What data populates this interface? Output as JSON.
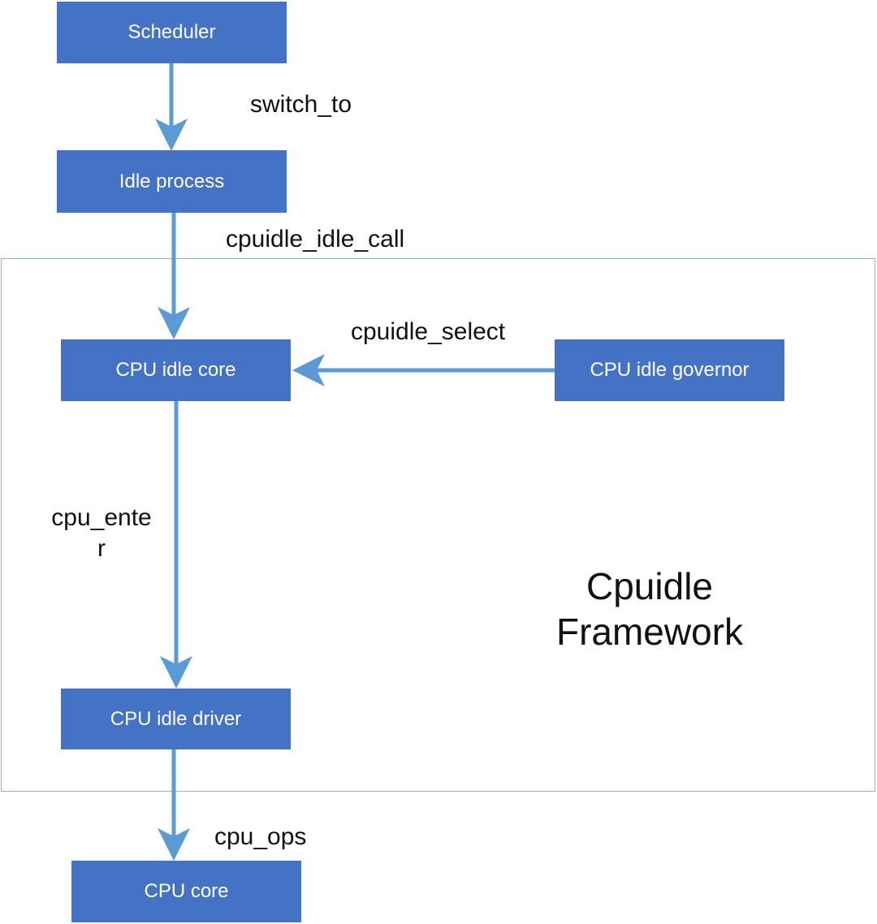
{
  "nodes": {
    "scheduler": "Scheduler",
    "idle_process": "Idle process",
    "cpu_idle_core": "CPU idle core",
    "cpu_idle_governor": "CPU idle governor",
    "cpu_idle_driver": "CPU idle driver",
    "cpu_core": "CPU core"
  },
  "edges": {
    "switch_to": "switch_to",
    "cpuidle_idle_call": "cpuidle_idle_call",
    "cpuidle_select": "cpuidle_select",
    "cpu_enter": "cpu_enter",
    "cpu_ops": "cpu_ops"
  },
  "frame": {
    "title": "Cpuidle Framework"
  },
  "colors": {
    "box_fill": "#4472c4",
    "arrow": "#5b9bd5",
    "frame_border": "#8fb3d3"
  }
}
